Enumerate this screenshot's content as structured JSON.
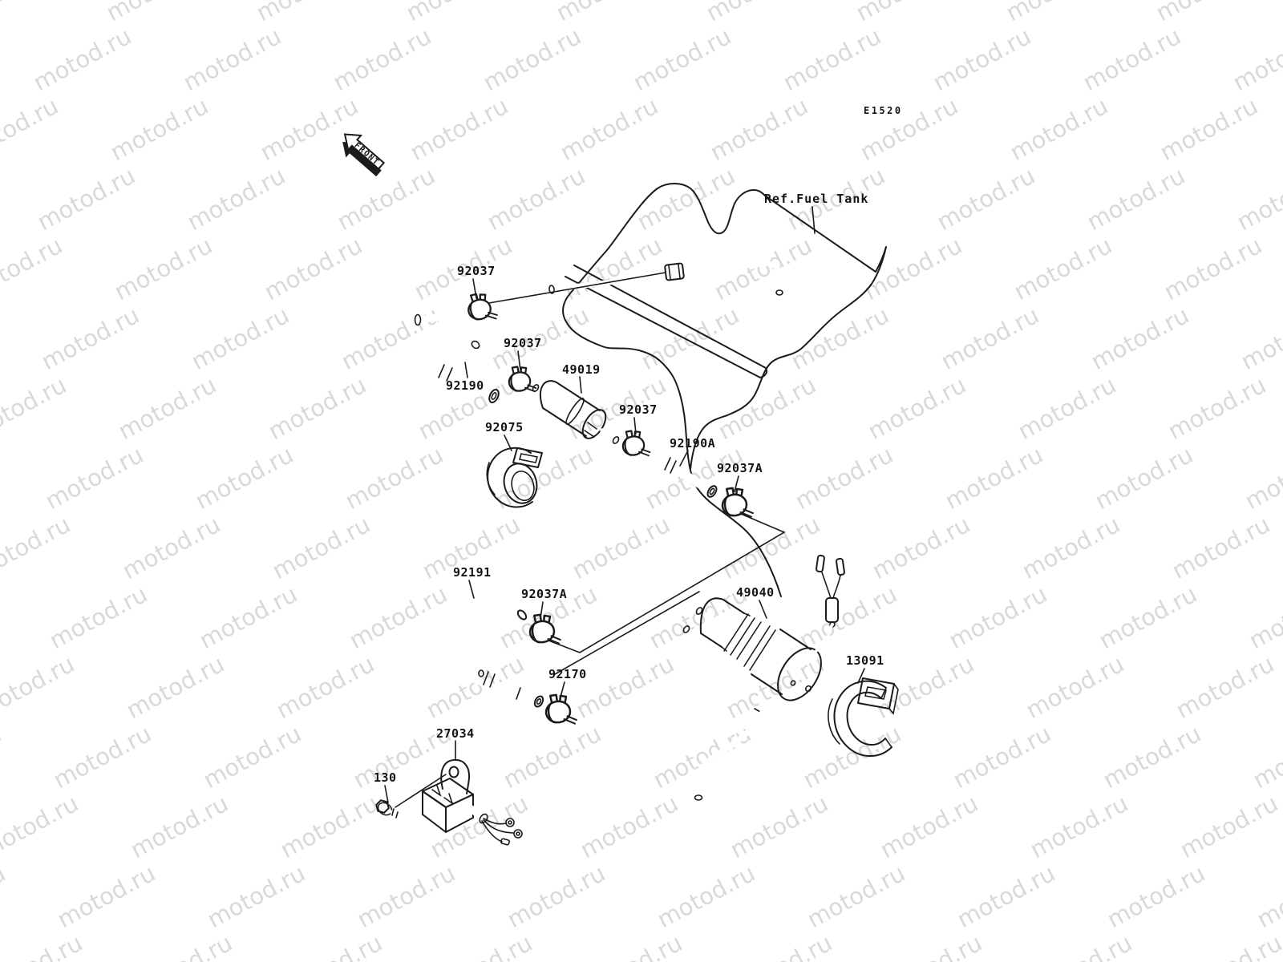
{
  "watermark": {
    "text": "motod.ru",
    "color": "#d9d9d9"
  },
  "diagram": {
    "code": "E1520",
    "front_label": "FRONT",
    "reference_label": "Ref.Fuel Tank",
    "part_labels": [
      {
        "id": "92037-top",
        "text": "92037"
      },
      {
        "id": "92037-mid",
        "text": "92037"
      },
      {
        "id": "49019",
        "text": "49019"
      },
      {
        "id": "92037-right",
        "text": "92037"
      },
      {
        "id": "92075",
        "text": "92075"
      },
      {
        "id": "92190",
        "text": "92190"
      },
      {
        "id": "92190A",
        "text": "92190A"
      },
      {
        "id": "92037A-upper",
        "text": "92037A"
      },
      {
        "id": "92191",
        "text": "92191"
      },
      {
        "id": "92037A-lower",
        "text": "92037A"
      },
      {
        "id": "92170",
        "text": "92170"
      },
      {
        "id": "49040",
        "text": "49040"
      },
      {
        "id": "13091",
        "text": "13091"
      },
      {
        "id": "27034",
        "text": "27034"
      },
      {
        "id": "130",
        "text": "130"
      }
    ]
  },
  "colors": {
    "line": "#1b1b1b",
    "background": "#ffffff",
    "watermark": "#d9d9d9"
  }
}
